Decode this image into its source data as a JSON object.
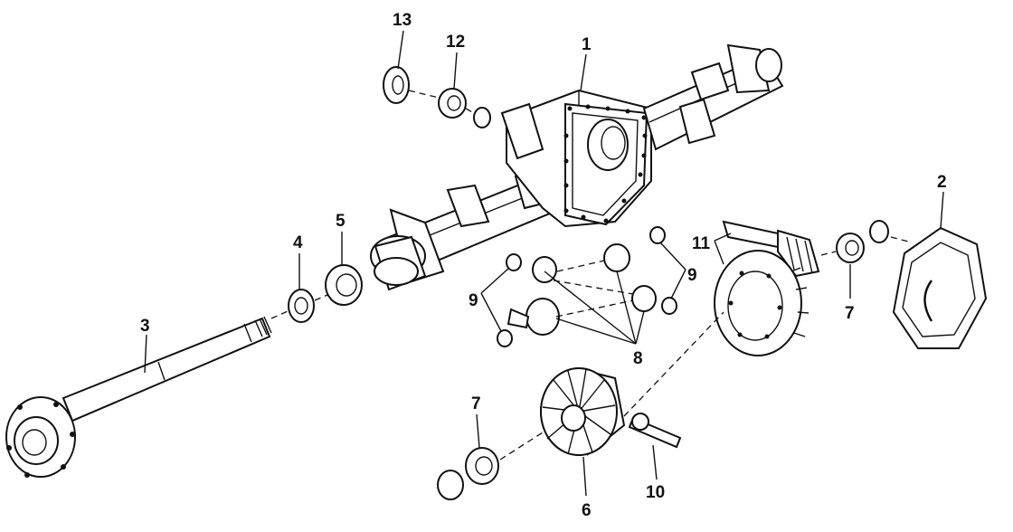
{
  "callouts": {
    "n1": "1",
    "n2": "2",
    "n3": "3",
    "n4": "4",
    "n5": "5",
    "n6": "6",
    "n7_left": "7",
    "n7_right": "7",
    "n8": "8",
    "n9_left": "9",
    "n9_right": "9",
    "n10": "10",
    "n11": "11",
    "n12": "12",
    "n13": "13"
  }
}
